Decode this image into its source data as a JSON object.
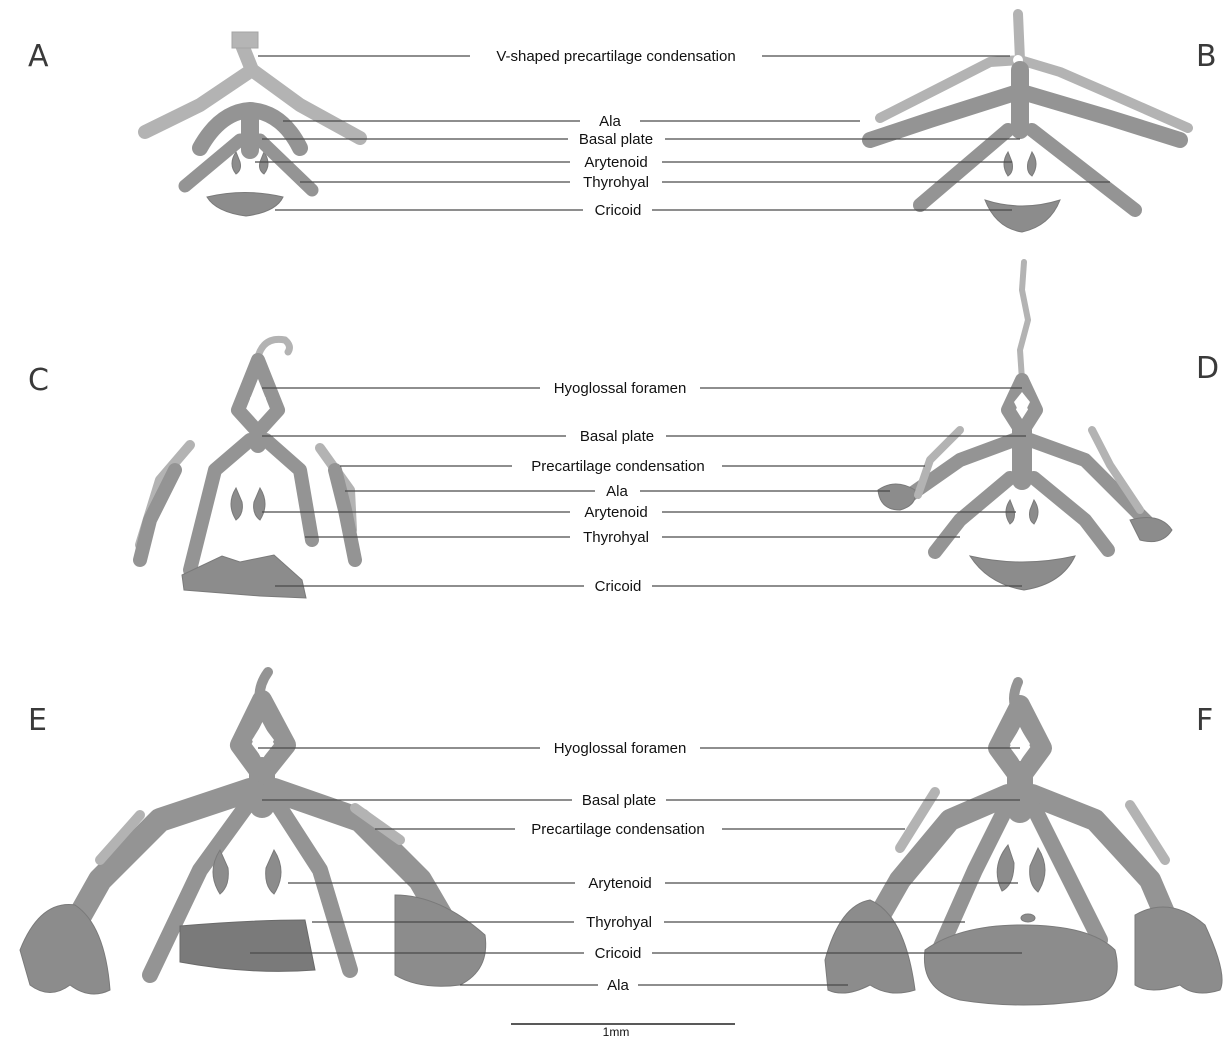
{
  "colors": {
    "cartilage": "#8c8c8c",
    "precartilage": "#b5b5b5",
    "leader_line": "#4a4a4a",
    "text": "#111111"
  },
  "panels": {
    "A": {
      "letter": "A"
    },
    "B": {
      "letter": "B"
    },
    "C": {
      "letter": "C"
    },
    "D": {
      "letter": "D"
    },
    "E": {
      "letter": "E"
    },
    "F": {
      "letter": "F"
    }
  },
  "row1": {
    "labels": [
      "V-shaped precartilage condensation",
      "Ala",
      "Basal plate",
      "Arytenoid",
      "Thyrohyal",
      "Cricoid"
    ]
  },
  "row2": {
    "labels": [
      "Hyoglossal foramen",
      "Basal plate",
      "Precartilage condensation",
      "Ala",
      "Arytenoid",
      "Thyrohyal",
      "Cricoid"
    ]
  },
  "row3": {
    "labels": [
      "Hyoglossal foramen",
      "Basal plate",
      "Precartilage condensation",
      "Arytenoid",
      "Thyrohyal",
      "Cricoid",
      "Ala"
    ]
  },
  "scale_bar": {
    "label": "1mm"
  }
}
